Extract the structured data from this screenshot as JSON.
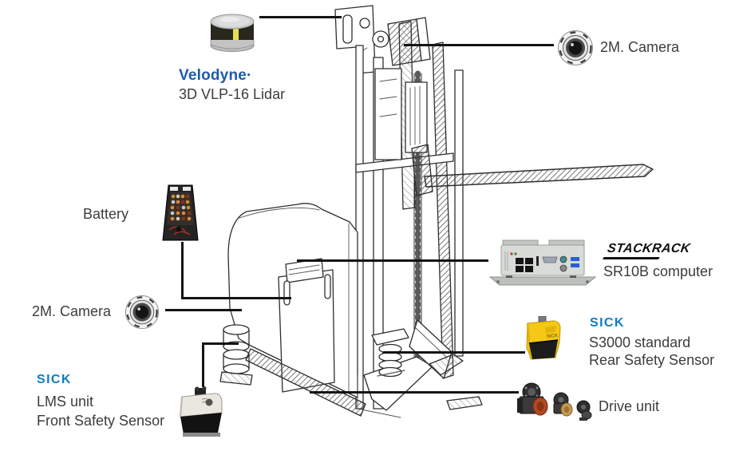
{
  "components": {
    "lidar": {
      "brand": "Velodyne·",
      "label": "3D VLP-16 Lidar"
    },
    "camera_top": {
      "label": "2M. Camera"
    },
    "battery": {
      "label": "Battery"
    },
    "computer": {
      "brand": "STACKRACK",
      "label": "SR10B computer"
    },
    "camera_left": {
      "label": "2M. Camera"
    },
    "rear_sensor": {
      "brand": "SICK",
      "model": "S3000 standard",
      "label": "Rear Safety Sensor"
    },
    "drive_unit": {
      "label": "Drive unit"
    },
    "front_sensor": {
      "brand": "SICK",
      "model": "LMS unit",
      "label": "Front Safety Sensor"
    }
  },
  "colors": {
    "velodyne_blue": "#1e5ba8",
    "sick_blue": "#0e7cc1",
    "sick_yellow": "#f5c816",
    "text": "#3c3c3c",
    "leader_line": "#141414"
  }
}
